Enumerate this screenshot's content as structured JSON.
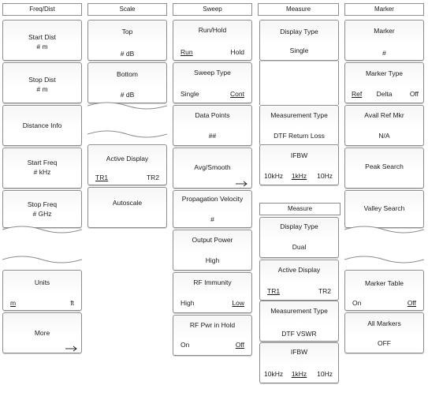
{
  "colors": {
    "border": "#8c8c8c",
    "text": "#1a1a1a",
    "background": "#ffffff"
  },
  "freq_dist": {
    "title": "Freq/Dist",
    "start_dist": {
      "label": "Start Dist",
      "value": "# m"
    },
    "stop_dist": {
      "label": "Stop Dist",
      "value": "# m"
    },
    "distance_info": {
      "label": "Distance Info"
    },
    "start_freq": {
      "label": "Start Freq",
      "value": "# kHz"
    },
    "stop_freq": {
      "label": "Stop Freq",
      "value": "# GHz"
    },
    "units": {
      "label": "Units",
      "option_a": "m",
      "option_b": "ft"
    },
    "more": {
      "label": "More",
      "arrow_icon": "right-arrow-icon"
    }
  },
  "scale": {
    "title": "Scale",
    "top": {
      "label": "Top",
      "value": "# dB"
    },
    "bottom": {
      "label": "Bottom",
      "value": "# dB"
    },
    "active_display": {
      "label": "Active Display",
      "option_a": "TR1",
      "option_b": "TR2"
    },
    "autoscale": {
      "label": "Autoscale"
    }
  },
  "sweep": {
    "title": "Sweep",
    "run_hold": {
      "label": "Run/Hold",
      "option_a": "Run",
      "option_b": "Hold"
    },
    "sweep_type": {
      "label": "Sweep Type",
      "option_a": "Single",
      "option_b": "Cont"
    },
    "data_points": {
      "label": "Data Points",
      "value": "##"
    },
    "avg_smooth": {
      "label": "Avg/Smooth",
      "arrow_icon": "right-arrow-icon"
    },
    "propagation_velocity": {
      "label": "Propagation Velocity",
      "value": "#"
    },
    "output_power": {
      "label": "Output Power",
      "value": "High"
    },
    "rf_immunity": {
      "label": "RF Immunity",
      "option_a": "High",
      "option_b": "Low"
    },
    "rf_pwr_in_hold": {
      "label": "RF Pwr in Hold",
      "option_a": "On",
      "option_b": "Off"
    }
  },
  "measure_single": {
    "title": "Measure",
    "display_type": {
      "label": "Display Type",
      "value": "Single"
    },
    "measurement_type": {
      "label": "Measurement Type",
      "value": "DTF Return Loss"
    },
    "ifbw": {
      "label": "IFBW",
      "option_a": "10kHz",
      "option_b": "1kHz",
      "option_c": "10Hz"
    }
  },
  "measure_dual": {
    "title": "Measure",
    "display_type": {
      "label": "Display Type",
      "value": "Dual"
    },
    "active_display": {
      "label": "Active Display",
      "option_a": "TR1",
      "option_b": "TR2"
    },
    "measurement_type": {
      "label": "Measurement Type",
      "value": "DTF VSWR"
    },
    "ifbw": {
      "label": "IFBW",
      "option_a": "10kHz",
      "option_b": "1kHz",
      "option_c": "10Hz"
    }
  },
  "marker": {
    "title": "Marker",
    "marker": {
      "label": "Marker",
      "value": "#"
    },
    "marker_type": {
      "label": "Marker Type",
      "option_a": "Ref",
      "option_b": "Delta",
      "option_c": "Off"
    },
    "avail_ref_mkr": {
      "label": "Avail Ref Mkr",
      "value": "N/A"
    },
    "peak_search": {
      "label": "Peak Search"
    },
    "valley_search": {
      "label": "Valley Search"
    },
    "marker_table": {
      "label": "Marker Table",
      "option_a": "On",
      "option_b": "Off"
    },
    "all_markers": {
      "label": "All Markers",
      "value": "OFF"
    }
  }
}
